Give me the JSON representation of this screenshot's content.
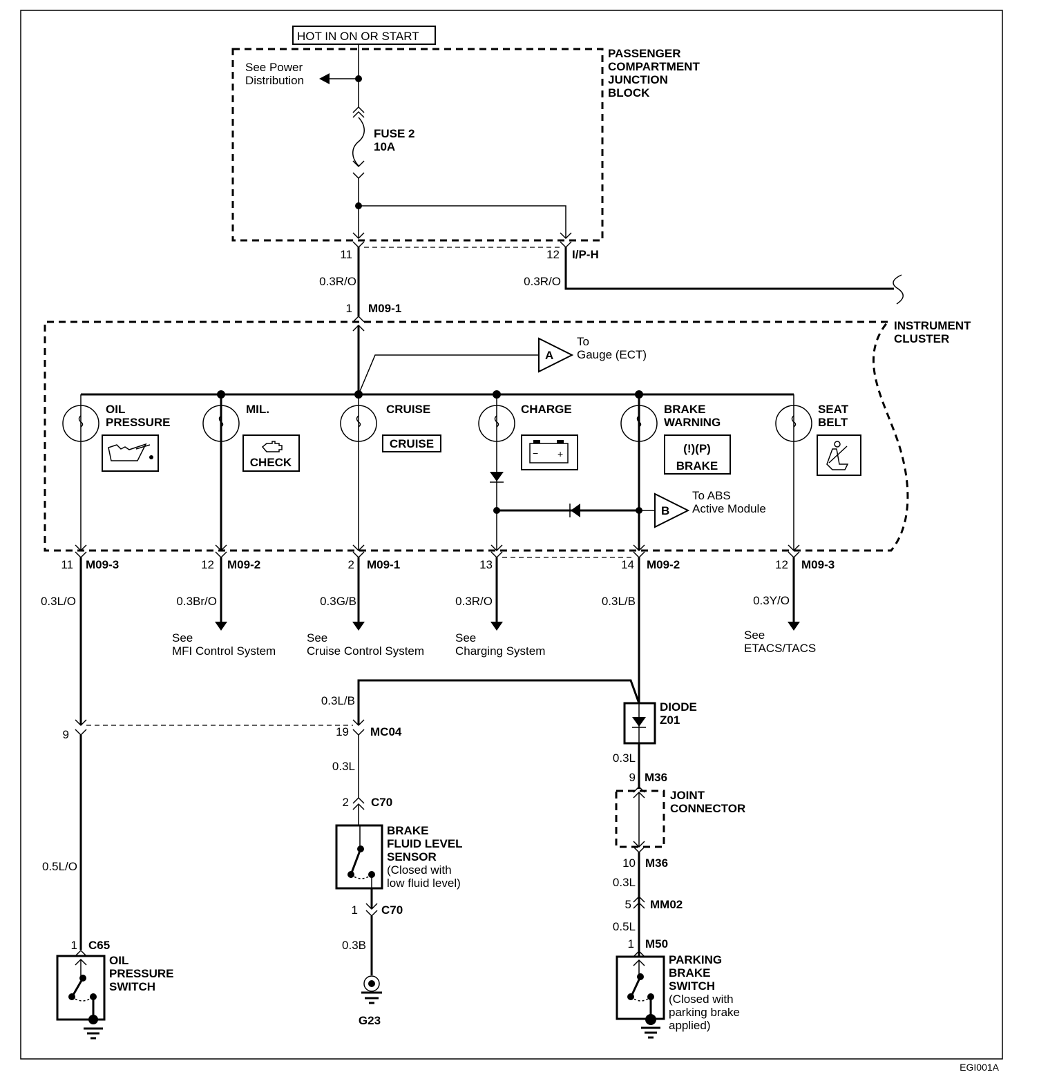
{
  "diagram_id": "EGI001A",
  "power": {
    "hot_label": "HOT IN ON OR START",
    "see_power_line1": "See Power",
    "see_power_line2": "Distribution",
    "fuse_line1": "FUSE 2",
    "fuse_line2": "10A",
    "junction_block": [
      "PASSENGER",
      "COMPARTMENT",
      "JUNCTION",
      "BLOCK"
    ],
    "pin_left": "11",
    "pin_right": "12",
    "connector_right": "I/P-H",
    "wire_left": "0.3R/O",
    "wire_right": "0.3R/O",
    "cluster_pin": "1",
    "cluster_connector": "M09-1"
  },
  "cluster": {
    "title": [
      "INSTRUMENT",
      "CLUSTER"
    ],
    "ref_a": {
      "letter": "A",
      "line1": "To",
      "line2": "Gauge (ECT)"
    },
    "ref_b": {
      "letter": "B",
      "line1": "To ABS",
      "line2": "Active Module"
    },
    "lamps": [
      {
        "label1": "OIL",
        "label2": "PRESSURE",
        "icon": "oil-can-icon"
      },
      {
        "label1": "MIL.",
        "label2": "",
        "icon": "engine-check-icon",
        "icon_text": "CHECK"
      },
      {
        "label1": "CRUISE",
        "label2": "",
        "icon": "cruise-text-icon",
        "icon_text": "CRUISE"
      },
      {
        "label1": "CHARGE",
        "label2": "",
        "icon": "battery-icon"
      },
      {
        "label1": "BRAKE",
        "label2": "WARNING",
        "icon": "brake-warning-icon",
        "icon_text": "BRAKE"
      },
      {
        "label1": "SEAT",
        "label2": "BELT",
        "icon": "seatbelt-icon"
      }
    ]
  },
  "outputs": [
    {
      "pin": "11",
      "connector": "M09-3",
      "wire": "0.3L/O",
      "see1": "",
      "see2": ""
    },
    {
      "pin": "12",
      "connector": "M09-2",
      "wire": "0.3Br/O",
      "see1": "See",
      "see2": "MFI Control System"
    },
    {
      "pin": "2",
      "connector": "M09-1",
      "wire": "0.3G/B",
      "see1": "See",
      "see2": "Cruise Control System"
    },
    {
      "pin": "13",
      "connector": "",
      "wire": "0.3R/O",
      "see1": "See",
      "see2": "Charging System"
    },
    {
      "pin": "14",
      "connector": "M09-2",
      "wire": "0.3L/B",
      "see1": "",
      "see2": ""
    },
    {
      "pin": "12",
      "connector": "M09-3",
      "wire": "0.3Y/O",
      "see1": "See",
      "see2": "ETACS/TACS"
    }
  ],
  "lower": {
    "oil_branch": {
      "pin": "9",
      "wire": "0.5L/O",
      "switch_pin": "1",
      "switch_connector": "C65",
      "switch_label": [
        "OIL",
        "PRESSURE",
        "SWITCH"
      ]
    },
    "brake_fluid": {
      "wire_top": "0.3L/B",
      "mc_pin": "19",
      "mc_connector": "MC04",
      "wire_mid": "0.3L",
      "pin_top": "2",
      "conn_top": "C70",
      "label": [
        "BRAKE",
        "FLUID LEVEL",
        "SENSOR"
      ],
      "note": [
        "(Closed with",
        "low fluid level)"
      ],
      "pin_bottom": "1",
      "conn_bottom": "C70",
      "wire_bottom": "0.3B",
      "ground": "G23"
    },
    "parking": {
      "diode_label": [
        "DIODE",
        "Z01"
      ],
      "wire1": "0.3L",
      "pin1": "9",
      "conn1": "M36",
      "joint_label": [
        "JOINT",
        "CONNECTOR"
      ],
      "pin2": "10",
      "conn2": "M36",
      "wire2": "0.3L",
      "pin3": "5",
      "conn3": "MM02",
      "wire3": "0.5L",
      "pin4": "1",
      "conn4": "M50",
      "switch_label": [
        "PARKING",
        "BRAKE",
        "SWITCH"
      ],
      "note": [
        "(Closed with",
        "parking brake",
        "applied)"
      ]
    }
  }
}
